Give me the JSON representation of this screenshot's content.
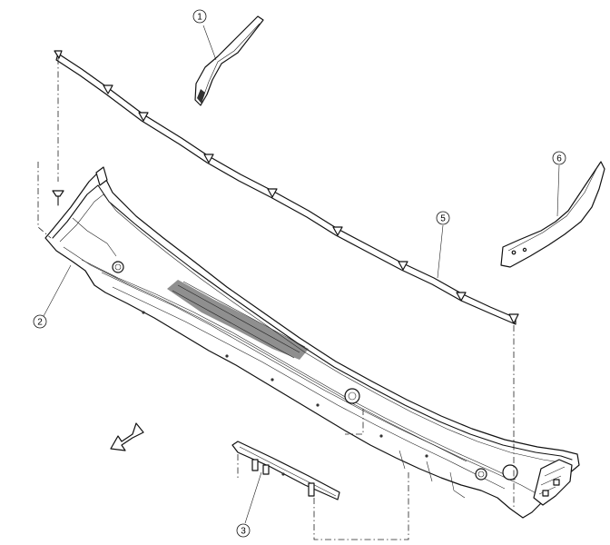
{
  "diagram": {
    "callouts": [
      {
        "id": "1",
        "label": "1"
      },
      {
        "id": "2",
        "label": "2"
      },
      {
        "id": "3",
        "label": "3"
      },
      {
        "id": "5",
        "label": "5"
      },
      {
        "id": "6",
        "label": "6"
      }
    ],
    "direction_arrow_icon": "front-direction-arrow-icon"
  }
}
